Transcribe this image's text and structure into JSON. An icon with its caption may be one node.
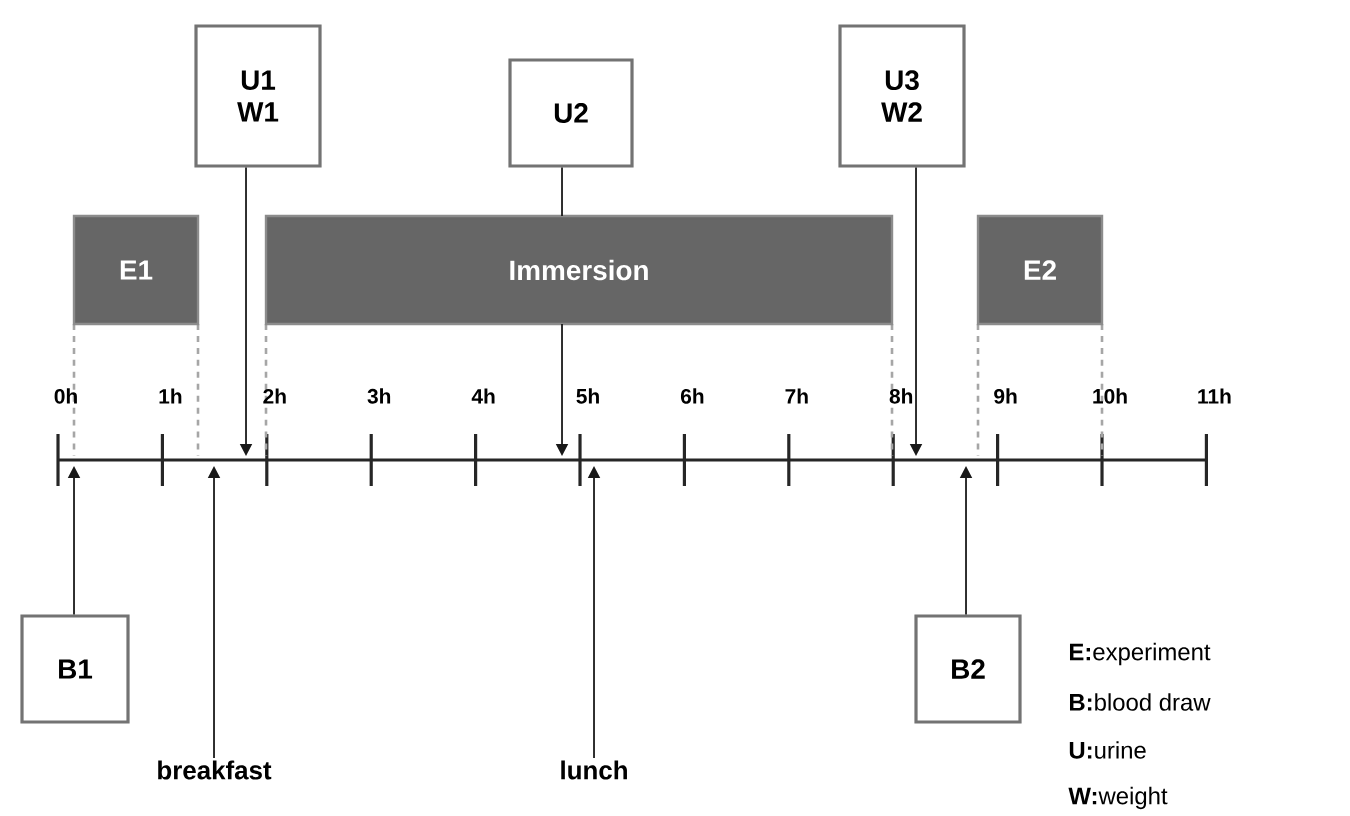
{
  "diagram": {
    "nodes": [
      {
        "text": [
          "U1 W1"
        ]
      },
      {
        "text": [
          "U2"
        ]
      },
      {
        "text": [
          "U3 W2"
        ]
      },
      {
        "text": [
          "E1"
        ]
      },
      {
        "text": [
          "Immersion"
        ]
      },
      {
        "text": [
          "E2"
        ]
      },
      {
        "text": [
          "B1"
        ]
      },
      {
        "text": [
          "B2"
        ]
      },
      {
        "text": [
          "breakfast"
        ]
      },
      {
        "text": [
          "lunch"
        ]
      }
    ],
    "edges": [
      {
        "from": 0,
        "to": null,
        "arrow": "to"
      },
      {
        "from": 1,
        "to": null,
        "arrow": "to"
      },
      {
        "from": 2,
        "to": null,
        "arrow": "to"
      },
      {
        "from": 6,
        "to": null,
        "arrow": "to"
      },
      {
        "from": 8,
        "to": null,
        "arrow": "to"
      },
      {
        "from": 9,
        "to": null,
        "arrow": "to"
      },
      {
        "from": 7,
        "to": null,
        "arrow": "to"
      }
    ],
    "labels": [
      "0h",
      "1h",
      "2h",
      "3h",
      "4h",
      "5h",
      "6h",
      "7h",
      "8h",
      "9h",
      "10h",
      "11h"
    ],
    "legend": [
      {
        "text": "**E:**experiment"
      },
      {
        "text": "**B:**blood draw"
      },
      {
        "text": "**U:**urine"
      },
      {
        "text": "**W:**weight"
      }
    ]
  }
}
